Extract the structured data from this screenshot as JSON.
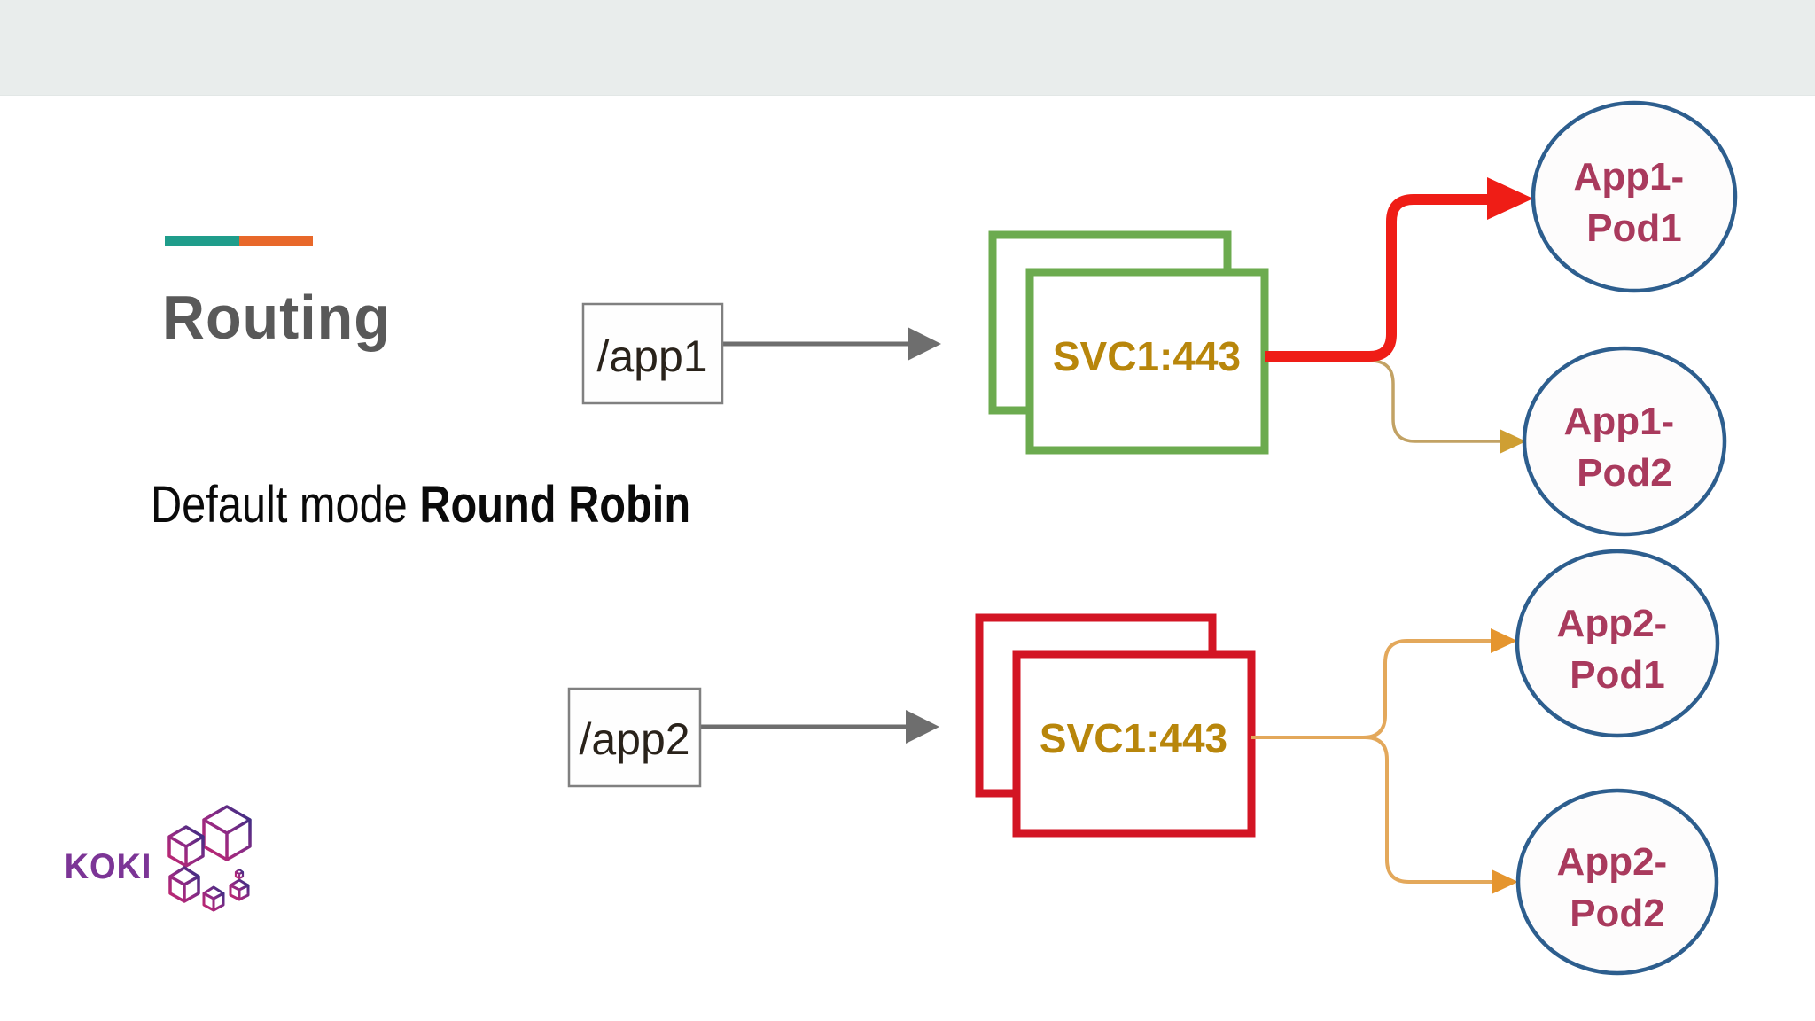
{
  "slide": {
    "title": "Routing",
    "subtitle_regular": "Default mode ",
    "subtitle_bold": "Round Robin",
    "accent_colors": {
      "teal": "#1f9d8b",
      "orange": "#e8682a"
    }
  },
  "logo": {
    "text": "KOKI",
    "icon": "koki-cubes-logo",
    "colors": {
      "text": "#7c3596",
      "gradient_start": "#c6266f",
      "gradient_end": "#2d2e83"
    }
  },
  "diagram": {
    "routes": [
      {
        "label": "/app1"
      },
      {
        "label": "/app2"
      }
    ],
    "services": [
      {
        "label": "SVC1:443",
        "border_color": "#6cab4f"
      },
      {
        "label": "SVC1:443",
        "border_color": "#d31524"
      }
    ],
    "pods": [
      {
        "line1": "App1-",
        "line2": "Pod1"
      },
      {
        "line1": "App1-",
        "line2": "Pod2"
      },
      {
        "line1": "App2-",
        "line2": "Pod1"
      },
      {
        "line1": "App2-",
        "line2": "Pod2"
      }
    ],
    "colors": {
      "active_route": "#ef1d16",
      "idle_route": "#c2a264",
      "round_robin_route": "#e3a85b",
      "arrow_gray": "#6e6e6e",
      "pod_circle_stroke": "#2d5e8e",
      "pod_text": "#a93a5d",
      "service_port_text": "#b8860b",
      "header_band": "#e9edec"
    }
  }
}
